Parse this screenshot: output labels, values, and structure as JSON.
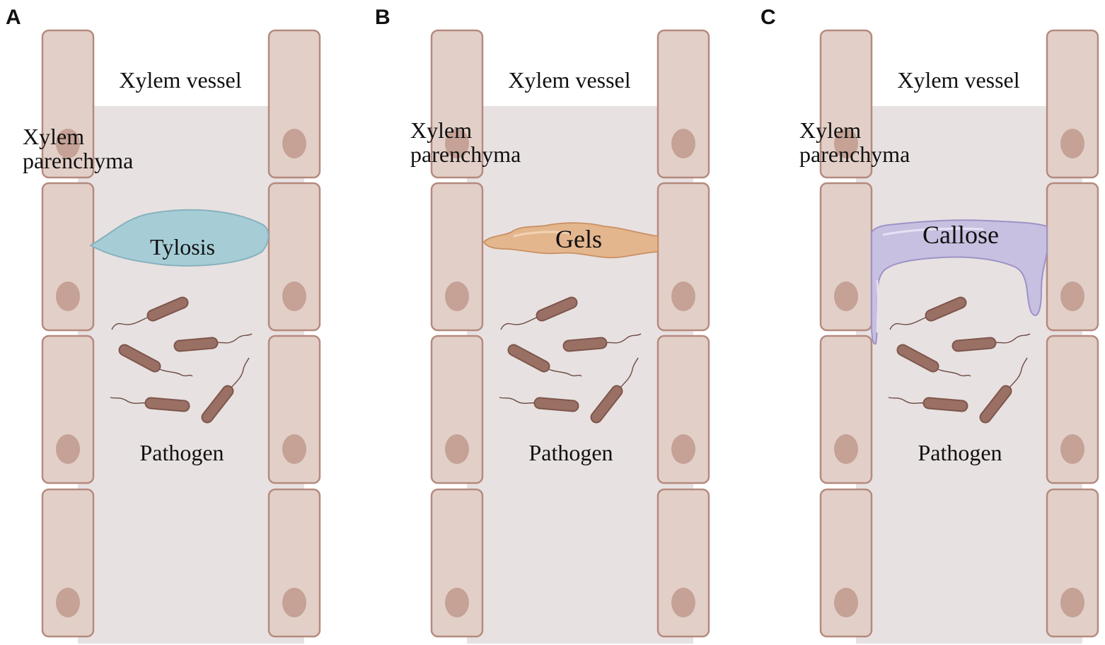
{
  "colors": {
    "lumen": "#e8e1e1",
    "cell_fill": "#e2d0c8",
    "cell_stroke": "#b58a7e",
    "nucleus": "#c5a196",
    "bacterium": "#9b7064",
    "bacterium_stroke": "#7d564c",
    "flagellum": "#6b4a42",
    "tylosis": "#a6cdd6",
    "tylosis_stroke": "#86b2bd",
    "gels": "#e4b68e",
    "gels_stroke": "#c98f62",
    "callose": "#c4bde0",
    "callose_stroke": "#9d93c8"
  },
  "panels": [
    {
      "letter": "A",
      "vessel_label": "Xylem vessel",
      "parenchyma_line1": "Xylem",
      "parenchyma_line2": "parenchyma",
      "blockage_type": "tylosis",
      "blockage_label": "Tylosis",
      "pathogen_label": "Pathogen"
    },
    {
      "letter": "B",
      "vessel_label": "Xylem vessel",
      "parenchyma_line1": "Xylem",
      "parenchyma_line2": "parenchyma",
      "blockage_type": "gels",
      "blockage_label": "Gels",
      "pathogen_label": "Pathogen"
    },
    {
      "letter": "C",
      "vessel_label": "Xylem vessel",
      "parenchyma_line1": "Xylem",
      "parenchyma_line2": "parenchyma",
      "blockage_type": "callose",
      "blockage_label": "Callose",
      "pathogen_label": "Pathogen"
    }
  ]
}
